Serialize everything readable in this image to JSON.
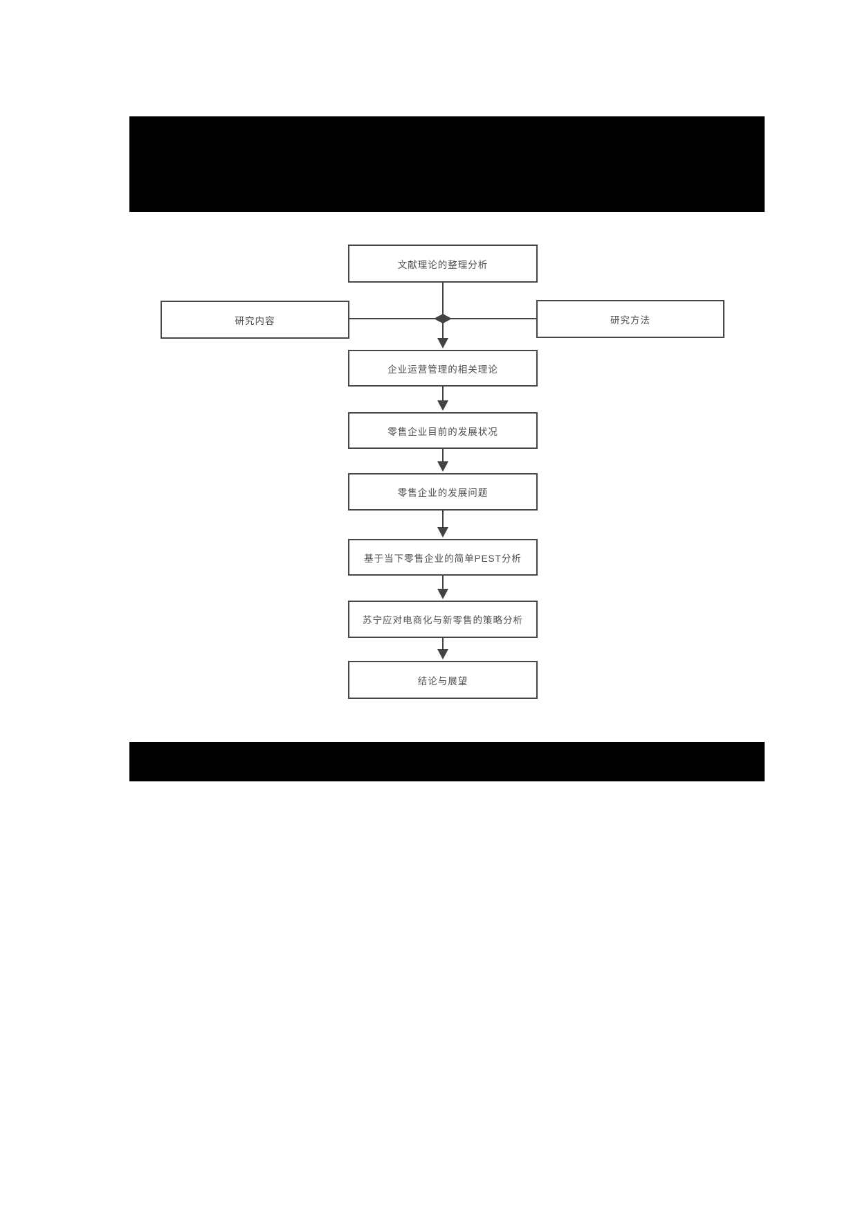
{
  "document": {
    "type": "thesis-page-with-flowchart",
    "background": "#ffffff",
    "redacted_blocks": [
      {
        "id": "top",
        "color": "#000000"
      },
      {
        "id": "bottom",
        "color": "#000000"
      }
    ]
  },
  "colors": {
    "box_border": "#474747",
    "connector_line": "#434343",
    "arrowhead": "#434343",
    "junction_diamond": "#434343",
    "text": "#4d4d4d",
    "redaction": "#000000"
  },
  "flowchart": {
    "top_node": {
      "label": "文献理论的整理分析"
    },
    "left_node": {
      "label": "研究内容"
    },
    "right_node": {
      "label": "研究方法"
    },
    "sequence_nodes": [
      {
        "label": "企业运营管理的相关理论"
      },
      {
        "label": "零售企业目前的发展状况"
      },
      {
        "label": "零售企业的发展问题"
      },
      {
        "label": "基于当下零售企业的简单PEST分析"
      },
      {
        "label": "苏宁应对电商化与新零售的策略分析"
      },
      {
        "label": "结论与展望"
      }
    ]
  }
}
